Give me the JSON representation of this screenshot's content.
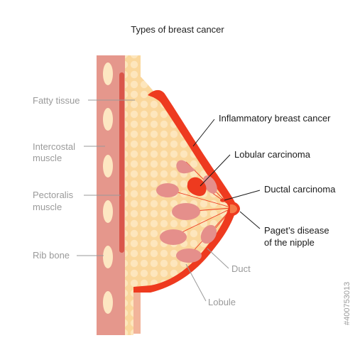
{
  "title": "Types of breast cancer",
  "left_labels": {
    "fatty_tissue": "Fatty tissue",
    "intercostal_line1": "Intercostal",
    "intercostal_line2": "muscle",
    "pectoralis_line1": "Pectoralis",
    "pectoralis_line2": "muscle",
    "rib_bone": "Rib bone"
  },
  "right_labels": {
    "inflammatory": "Inflammatory breast cancer",
    "lobular": "Lobular carcinoma",
    "ductal": "Ductal carcinoma",
    "pagets_line1": "Paget’s disease",
    "pagets_line2": "of the nipple",
    "duct": "Duct",
    "lobule": "Lobule"
  },
  "stock_id": "#400753013",
  "colors": {
    "skin_outer": "#f2b49a",
    "muscle": "#e5978c",
    "fatty": "#fad79c",
    "fat_dots": "#fde6bd",
    "rib": "#fde7c2",
    "cancer_red": "#ee3a1f",
    "lobule_pink": "#e58f8b",
    "leader_gray": "#9a9a9a",
    "leader_dark": "#1a1a1a"
  }
}
